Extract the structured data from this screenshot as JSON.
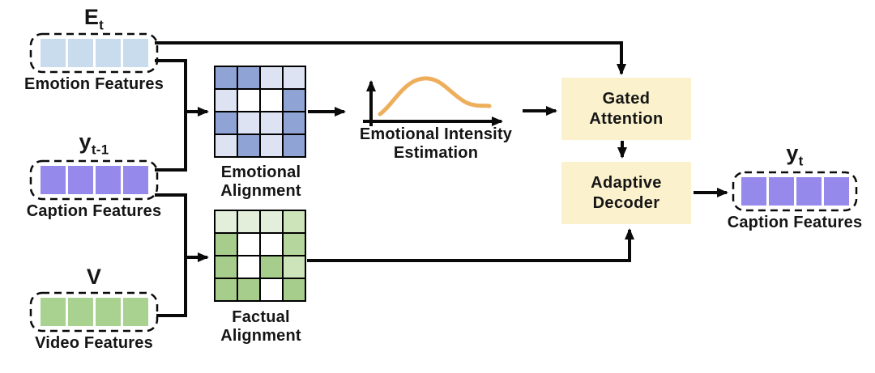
{
  "theme": {
    "line_color": "#0a0a0a",
    "curve_color": "#eeaf5d",
    "module_box_fill": "#fbf1cd",
    "emotion_square": "#c9dcee",
    "caption_square": "#9589ec",
    "video_square": "#a9d190",
    "matrix_blue_medium": "#8fa4d4",
    "matrix_blue_light": "#dde3f2",
    "matrix_green_medium": "#a6cd8b",
    "matrix_green_light_medium": "#b5d69c",
    "matrix_green_light": "#cde4ba",
    "matrix_green_very_light": "#e4efdb",
    "white": "#ffffff"
  },
  "features": {
    "emotion": {
      "symbol": "E",
      "subscript": "t",
      "label": "Emotion Features",
      "cells": 4,
      "cell_color": "#c9dcee"
    },
    "caption_prev": {
      "symbol": "y",
      "subscript": "t-1",
      "label": "Caption Features",
      "cells": 4,
      "cell_color": "#9589ec"
    },
    "video": {
      "symbol": "V",
      "subscript": "",
      "label": "Video Features",
      "cells": 4,
      "cell_color": "#a9d190"
    },
    "caption_out": {
      "symbol": "y",
      "subscript": "t",
      "label": "Caption Features",
      "cells": 4,
      "cell_color": "#9589ec"
    }
  },
  "matrices": {
    "emotional": {
      "label_line1": "Emotional",
      "label_line2": "Alignment",
      "cells": [
        [
          "#8fa4d4",
          "#8fa4d4",
          "#dde3f2",
          "#dde3f2"
        ],
        [
          "#dde3f2",
          "#ffffff",
          "#ffffff",
          "#8fa4d4"
        ],
        [
          "#8fa4d4",
          "#dde3f2",
          "#dde3f2",
          "#8fa4d4"
        ],
        [
          "#dde3f2",
          "#8fa4d4",
          "#dde3f2",
          "#8fa4d4"
        ]
      ]
    },
    "factual": {
      "label_line1": "Factual",
      "label_line2": "Alignment",
      "cells": [
        [
          "#e4efdb",
          "#e4efdb",
          "#e4efdb",
          "#cde4ba"
        ],
        [
          "#a6cd8b",
          "#ffffff",
          "#ffffff",
          "#b5d69c"
        ],
        [
          "#a6cd8b",
          "#ffffff",
          "#a6cd8b",
          "#cde4ba"
        ],
        [
          "#a6cd8b",
          "#a6cd8b",
          "#ffffff",
          "#a6cd8b"
        ]
      ]
    }
  },
  "intensity_plot": {
    "label_line1": "Emotional Intensity",
    "label_line2": "Estimation",
    "curve_shape": "bell"
  },
  "modules": {
    "gated_attention": {
      "label_line1": "Gated",
      "label_line2": "Attention"
    },
    "adaptive_decoder": {
      "label_line1": "Adaptive",
      "label_line2": "Decoder"
    }
  }
}
